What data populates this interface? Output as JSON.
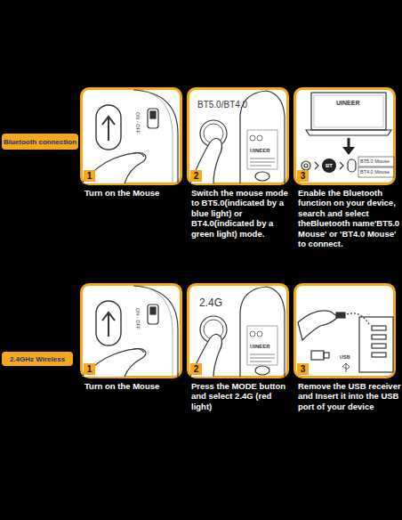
{
  "diagram": {
    "nodes": [
      {
        "text": [
          "Bluetooth connection"
        ]
      },
      {
        "text": [
          "1",
          "Turn on the Mouse"
        ]
      },
      {
        "text": [
          "2",
          "Switch the mouse mode to BT5.0(indicated by a blue light) or BT4.0(indicated by a green light) mode."
        ]
      },
      {
        "text": [
          "3",
          "Enable the Bluetooth function on your device, search and select theBluetooth name'BT5.0 Mouse' or 'BT4.0 Mouse' to connect."
        ]
      },
      {
        "text": [
          "2.4GHz Wireless"
        ]
      },
      {
        "text": [
          "1",
          "Turn on the Mouse"
        ]
      },
      {
        "text": [
          "2",
          "Press the MODE button and select 2.4G (red light)"
        ]
      },
      {
        "text": [
          "3",
          "Remove the USB receiver and Insert it into the USB port of your device"
        ]
      }
    ],
    "labels": [
      "ON - OFF",
      "BT5.0/BT4.0",
      "UINEER",
      "UINEER",
      "BT",
      "BT5.0 Mouse",
      "BT4.0 Mouse",
      "ON - OFF",
      "2.4G",
      "UINEER",
      "USB"
    ]
  }
}
